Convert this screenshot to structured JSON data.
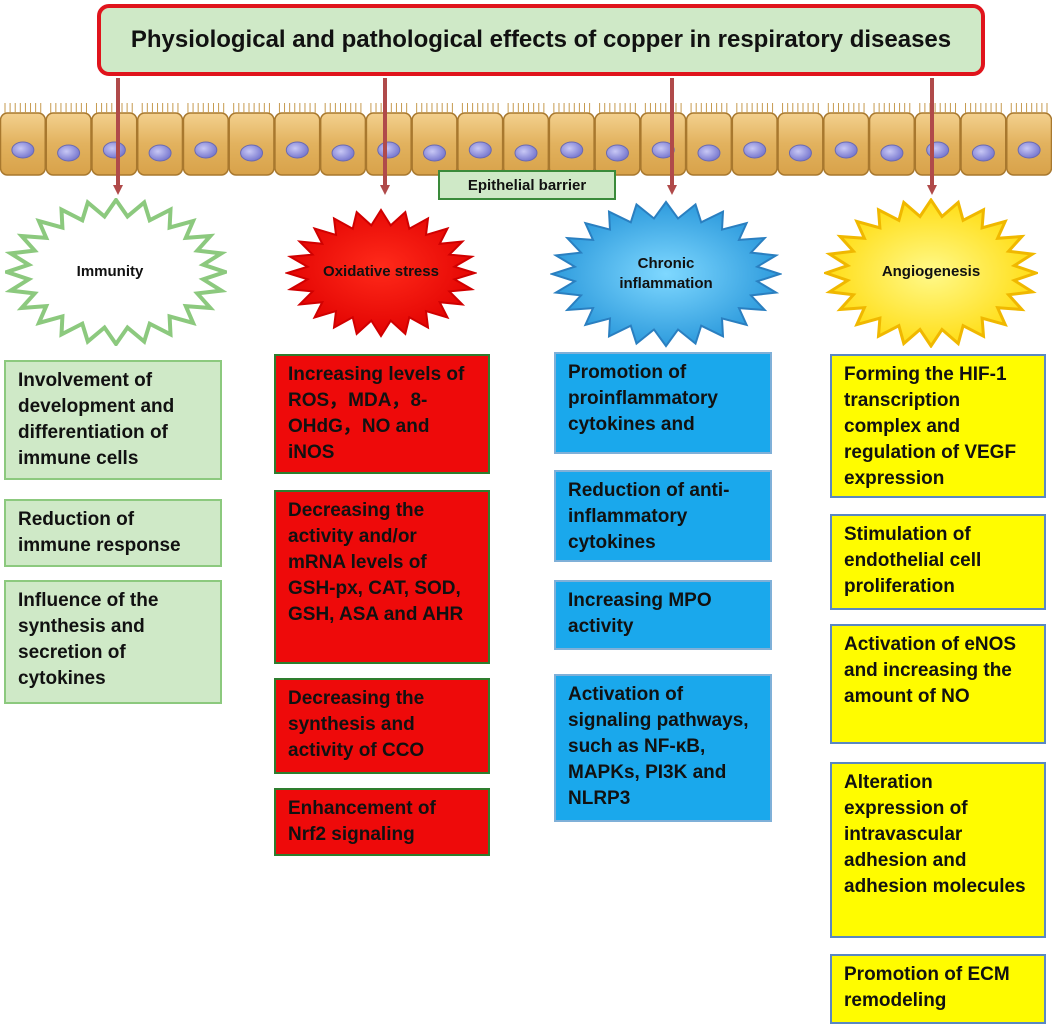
{
  "title": "Physiological and pathological effects of copper in respiratory diseases",
  "barrier_label": "Epithelial barrier",
  "colors": {
    "title_border": "#e0141c",
    "arrow": "#b04a4a",
    "immunity": "#8cc97e",
    "oxidative": "#ee0a0a",
    "inflammation": "#1aa8ec",
    "angiogenesis": "#fffc00",
    "cell": "#e3b96a",
    "nucleus": "#8f8fe0"
  },
  "categories": [
    {
      "name": "Immunity",
      "items": [
        "Involvement of development and differentiation of immune cells",
        "Reduction of immune response",
        "Influence of the synthesis and secretion of cytokines"
      ]
    },
    {
      "name": "Oxidative stress",
      "items": [
        "Increasing levels of ROS，MDA，8-OHdG，NO and iNOS",
        "Decreasing the activity and/or mRNA levels of GSH-px, CAT, SOD, GSH, ASA and AHR",
        "Decreasing the synthesis and activity of CCO",
        "Enhancement of Nrf2 signaling"
      ]
    },
    {
      "name": "Chronic inflammation",
      "items": [
        "Promotion of proinflammatory cytokines and",
        "Reduction of anti-inflammatory cytokines",
        "Increasing MPO activity",
        "Activation of signaling pathways, such as NF-κB, MAPKs, PI3K and NLRP3"
      ]
    },
    {
      "name": "Angiogenesis",
      "items": [
        "Forming the HIF-1 transcription complex and regulation of VEGF expression",
        "Stimulation of endothelial cell proliferation",
        "Activation of eNOS and increasing the amount of NO",
        "Alteration expression of intravascular adhesion and adhesion molecules",
        "Promotion of ECM remodeling"
      ]
    }
  ]
}
